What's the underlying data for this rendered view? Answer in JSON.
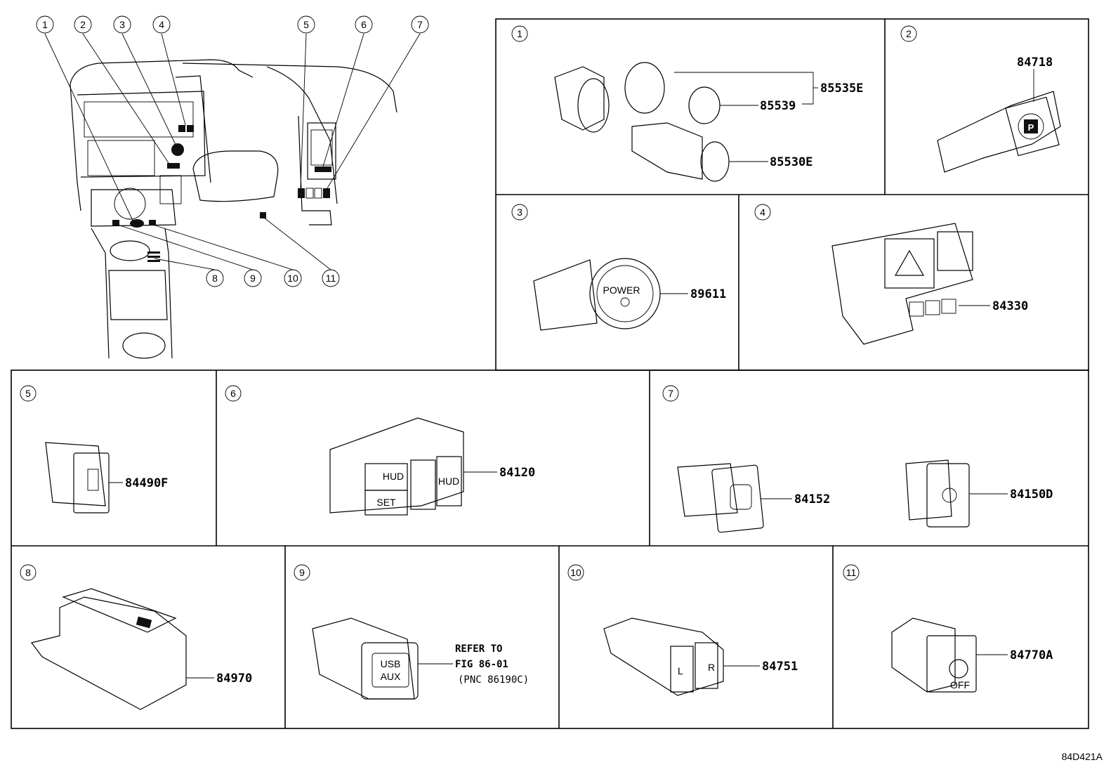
{
  "overview_callouts": [
    "1",
    "2",
    "3",
    "4",
    "5",
    "6",
    "7",
    "8",
    "9",
    "10",
    "11"
  ],
  "panels": [
    {
      "callout": "1",
      "parts": [
        "85535E",
        "85539",
        "85530E"
      ]
    },
    {
      "callout": "2",
      "parts": [
        "84718"
      ],
      "button_symbol": "P"
    },
    {
      "callout": "3",
      "parts": [
        "89611"
      ],
      "button_text": "POWER"
    },
    {
      "callout": "4",
      "parts": [
        "84330"
      ]
    },
    {
      "callout": "5",
      "parts": [
        "84490F"
      ]
    },
    {
      "callout": "6",
      "parts": [
        "84120"
      ],
      "button_texts": [
        "HUD",
        "SET",
        "HUD"
      ]
    },
    {
      "callout": "7",
      "parts": [
        "84152",
        "84150D"
      ]
    },
    {
      "callout": "8",
      "parts": [
        "84970"
      ]
    },
    {
      "callout": "9",
      "parts": [],
      "button_text": [
        "USB",
        "AUX"
      ],
      "note": [
        "REFER TO",
        "FIG 86-01",
        "(PNC 86190C)"
      ]
    },
    {
      "callout": "10",
      "parts": [
        "84751"
      ],
      "button_texts": [
        "L",
        "R"
      ]
    },
    {
      "callout": "11",
      "parts": [
        "84770A"
      ],
      "knob_text": "OFF"
    }
  ],
  "figure_code": "84D421A"
}
